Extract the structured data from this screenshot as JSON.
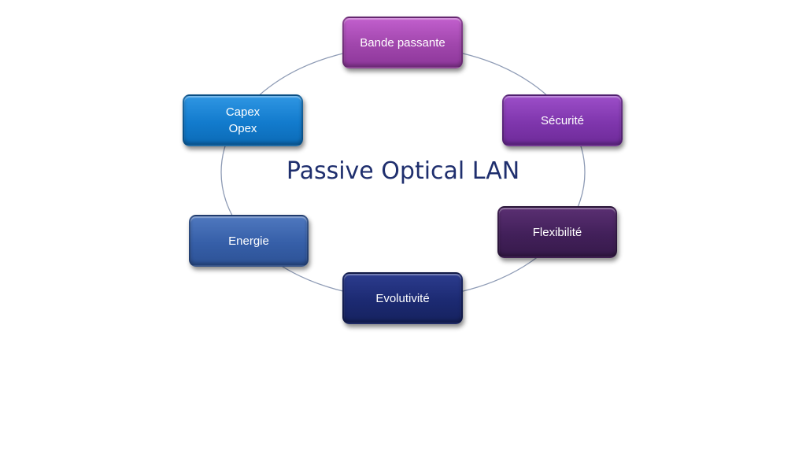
{
  "diagram": {
    "title": "Passive Optical LAN",
    "nodes": {
      "bande_passante": "Bande passante",
      "securite": "Sécurité",
      "flexibilite": "Flexibilité",
      "evolutivite": "Evolutivité",
      "energie": "Energie",
      "capex": {
        "line1": "Capex",
        "line2": "Opex"
      }
    }
  },
  "colors": {
    "ring": "#8e9bb5",
    "title": "#1f2f6e",
    "bande_passante": "#a046ac",
    "securite": "#7f36ad",
    "flexibilite": "#42205a",
    "evolutivite": "#1c2a72",
    "energie": "#365fa8",
    "capex": "#127bcd"
  }
}
